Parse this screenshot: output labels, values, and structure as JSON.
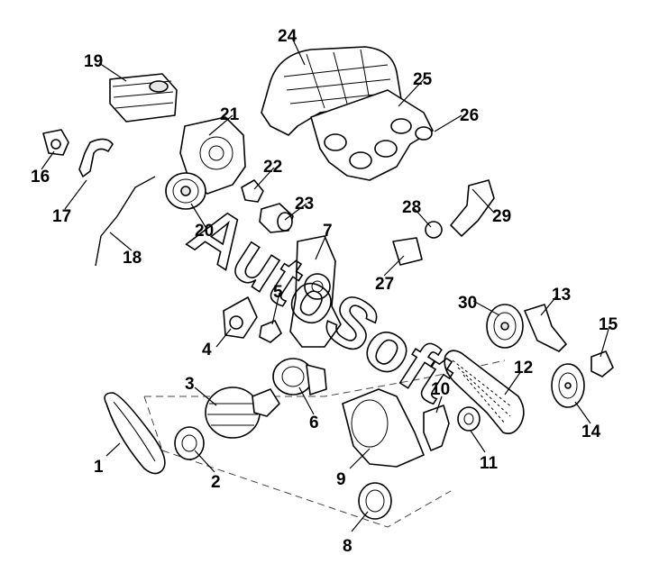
{
  "watermark": "AutoSoft",
  "callouts": [
    "1",
    "2",
    "3",
    "4",
    "5",
    "6",
    "7",
    "8",
    "9",
    "10",
    "11",
    "12",
    "13",
    "14",
    "15",
    "16",
    "17",
    "18",
    "19",
    "20",
    "21",
    "22",
    "23",
    "24",
    "25",
    "26",
    "27",
    "28",
    "29",
    "30"
  ]
}
